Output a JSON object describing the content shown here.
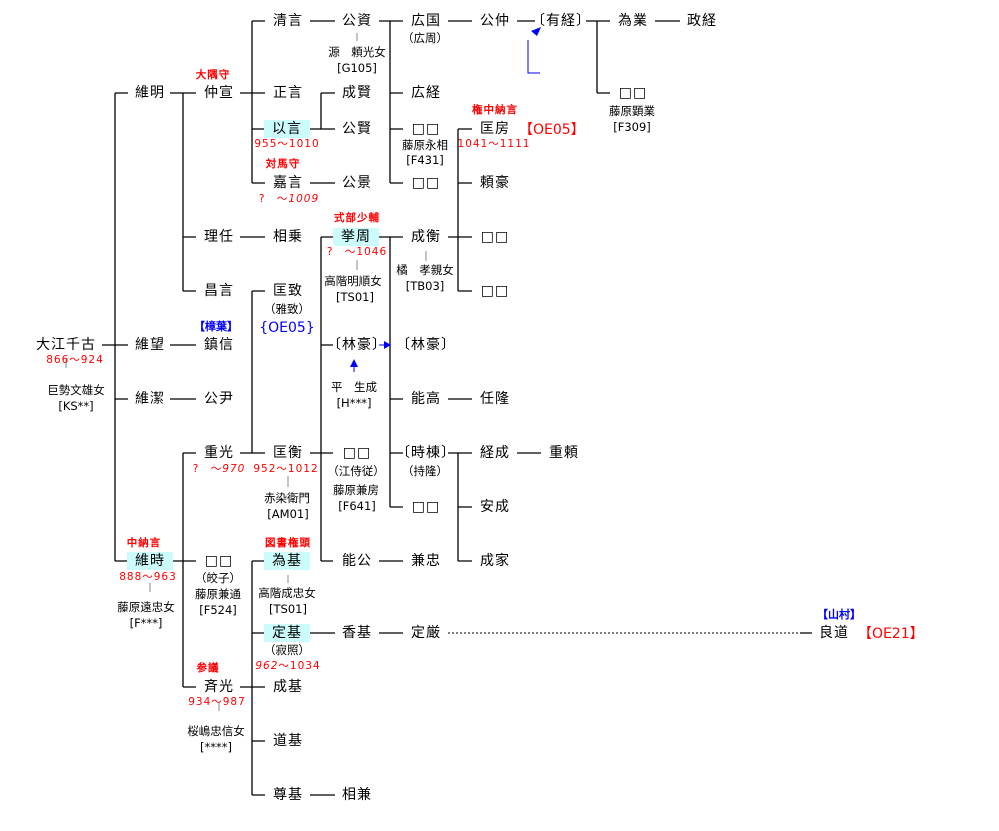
{
  "persons": {
    "oe_chifuru": {
      "name": "大江千古",
      "years": "866〜924",
      "spouse": "巨勢文雄女",
      "spouse_code": "[KS**]"
    },
    "koremasa": {
      "name": "維明"
    },
    "koremochi": {
      "name": "維望"
    },
    "korekiyo": {
      "name": "維潔"
    },
    "koretoki": {
      "name": "維時",
      "title": "中納言",
      "years": "888〜963",
      "spouse": "藤原遠忠女",
      "spouse_code": "[F***]"
    },
    "nakanobu": {
      "name": "仲宣",
      "title": "大隅守"
    },
    "masatou": {
      "name": "理任"
    },
    "masakoto": {
      "name": "昌言"
    },
    "shigenobu": {
      "name": "鎮信",
      "tag": "【樟葉】"
    },
    "kinmasa": {
      "name": "公尹"
    },
    "shigemitsu": {
      "name": "重光",
      "years_a": "?　〜",
      "years_b": "970"
    },
    "daughter_koretoki": {
      "name": "□□",
      "alias": "（皎子）",
      "spouse": "藤原兼通",
      "spouse_code": "[F524]"
    },
    "narimitsu": {
      "name": "斉光",
      "title": "参議",
      "years": "934〜987",
      "spouse": "桜嶋忠信女",
      "spouse_code": "[****]"
    },
    "kiyokoto": {
      "name": "清言"
    },
    "masakoto2": {
      "name": "正言"
    },
    "mochikoto": {
      "name": "以言",
      "years": "955〜1010"
    },
    "yoshikoto": {
      "name": "嘉言",
      "title": "対馬守",
      "years_a": "?　〜",
      "years_b": "1009"
    },
    "sukenori": {
      "name": "相乗"
    },
    "masamune": {
      "name": "匡致",
      "alias": "（雅致）",
      "ref": "{OE05}"
    },
    "masahira": {
      "name": "匡衡",
      "years": "952〜1012",
      "spouse": "赤染衛門",
      "spouse_code": "[AM01]"
    },
    "tamemoto": {
      "name": "為基",
      "title": "図書権頭",
      "spouse": "高階成忠女",
      "spouse_code": "[TS01]"
    },
    "sadamoto": {
      "name": "定基",
      "alias": "（寂照）",
      "years_a": "962",
      "years_b": "〜1034"
    },
    "narimoto": {
      "name": "成基"
    },
    "michimoto": {
      "name": "道基"
    },
    "takamoto": {
      "name": "尊基"
    },
    "kinsuke": {
      "name": "公資",
      "spouse": "源　頼光女",
      "spouse_code": "[G105]"
    },
    "narikata": {
      "name": "成賢"
    },
    "kinkata": {
      "name": "公賢"
    },
    "kinkage": {
      "name": "公景"
    },
    "takachika": {
      "name": "挙周",
      "title": "式部少輔",
      "years": "?　〜1046",
      "spouse": "高階明順女",
      "spouse_code": "[TS01]"
    },
    "rinko1": {
      "name": "〔林豪〕",
      "spouse": "平　生成",
      "spouse_code": "[H***]"
    },
    "daughter_masahira": {
      "name": "□□",
      "alias": "（江侍従）",
      "spouse": "藤原兼房",
      "spouse_code": "[F641]"
    },
    "yoshikimi": {
      "name": "能公"
    },
    "kamoto": {
      "name": "香基"
    },
    "sukekane": {
      "name": "相兼"
    },
    "hirokuni": {
      "name": "広国",
      "alias": "（広周）"
    },
    "hirotsune": {
      "name": "広経"
    },
    "daughter_kinsuke1": {
      "name": "□□",
      "spouse": "藤原永相",
      "spouse_code": "[F431]"
    },
    "daughter_kinsuke2": {
      "name": "□□"
    },
    "narihira": {
      "name": "成衡",
      "spouse": "橘　孝親女",
      "spouse_code": "[TB03]"
    },
    "rinko2": {
      "name": "〔林豪〕"
    },
    "yoshitaka": {
      "name": "能高"
    },
    "tokimune": {
      "name": "〔時棟〕",
      "alias": "（持隆）"
    },
    "daughter_takachika": {
      "name": "□□"
    },
    "kanetada": {
      "name": "兼忠"
    },
    "sadagon": {
      "name": "定厳"
    },
    "kinnaka": {
      "name": "公仲"
    },
    "masafusa": {
      "name": "匡房",
      "title": "権中納言",
      "years": "1041〜1111",
      "ref": "【OE05】"
    },
    "raigo": {
      "name": "頼豪"
    },
    "daughter_narihira1": {
      "name": "□□"
    },
    "daughter_narihira2": {
      "name": "□□"
    },
    "tokitaka": {
      "name": "任隆"
    },
    "tsunenari": {
      "name": "経成"
    },
    "yasunari": {
      "name": "安成"
    },
    "nariie": {
      "name": "成家"
    },
    "aritsune": {
      "name": "〔有経〕"
    },
    "shigeyori": {
      "name": "重頼"
    },
    "tamenari": {
      "name": "為業"
    },
    "daughter_aritsune": {
      "name": "□□",
      "spouse": "藤原顕業",
      "spouse_code": "[F309]"
    },
    "masatsune": {
      "name": "政経"
    },
    "yoshimichi": {
      "name": "良道",
      "tag": "【山村】",
      "ref": "【OE21】"
    }
  },
  "colors": {
    "highlight": "#ccfbfb",
    "title": "#ff0000",
    "tag": "#0000ff",
    "line": "#000000",
    "arrow": "#0000ff"
  }
}
